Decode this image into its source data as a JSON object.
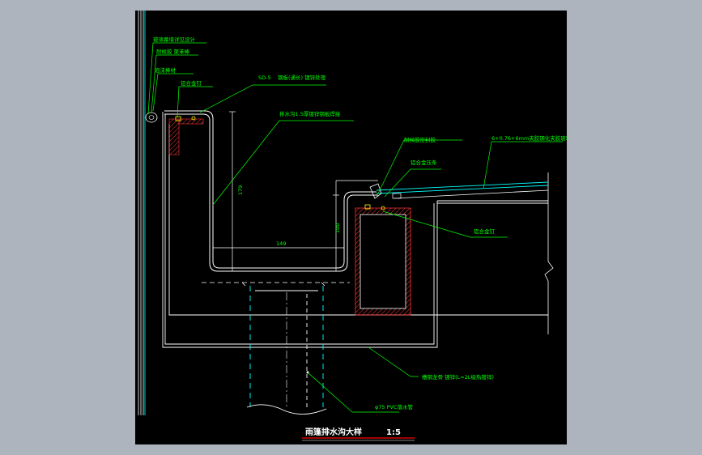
{
  "title": "雨篷排水沟大样",
  "scale": "1:5",
  "labels": {
    "l1": "玻璃幕墙详见设计",
    "l2": "耐候胶 聚苯棒",
    "l3": "泡沫棒材",
    "l4": "铝合金钉",
    "l5": "SD-5",
    "l6": "钢板(通长) 镀锌处理",
    "l7": "排水沟1.5厚镀锌钢板焊接",
    "l8": "耐候胶密封胶",
    "l9": "铝合金压条",
    "l10": "6+0.76+6mm夹胶钢化夹胶玻璃",
    "l11": "铝合金钉",
    "l12": "槽钢龙骨 镀锌(L=2L级热镀锌)",
    "l13": "φ75 PVC落水管"
  },
  "dims": {
    "d179": "179",
    "d100": "100",
    "d149": "149"
  },
  "colors": {
    "frame": "#000000",
    "page": "#aeb4bd",
    "structure": "#ffffff",
    "leader": "#00ff00",
    "accent": "#ffff00",
    "hatch": "#ff3333",
    "glass": "#00ffff",
    "title_underline": "#ff0000"
  }
}
